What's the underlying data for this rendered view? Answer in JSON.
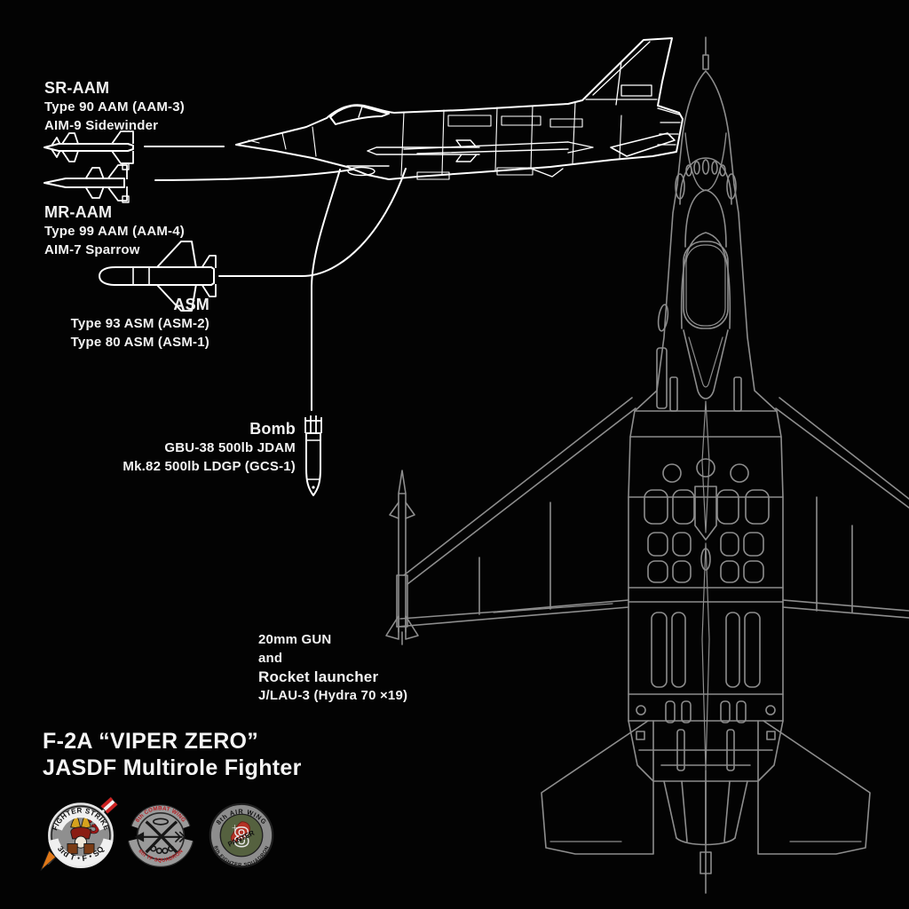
{
  "poster": {
    "title_line1": "F-2A “VIPER ZERO”",
    "title_line2": "JASDF Multirole Fighter"
  },
  "colors": {
    "background": "#030303",
    "side_view_stroke": "#ffffff",
    "top_view_stroke": "#8d8d8d",
    "text": "#f2f2f2",
    "badge_red": "#b72025",
    "badge_gray": "#9a9a9a",
    "badge_olive": "#55613f",
    "badge_orange": "#e07818"
  },
  "labels": {
    "sr_aam": {
      "title": "SR-AAM",
      "line1": "Type 90 AAM (AAM-3)",
      "line2": "AIM-9 Sidewinder"
    },
    "mr_aam": {
      "title": "MR-AAM",
      "line1": "Type 99 AAM (AAM-4)",
      "line2": "AIM-7 Sparrow"
    },
    "asm": {
      "title": "ASM",
      "line1": "Type 93 ASM (ASM-2)",
      "line2": "Type 80 ASM (ASM-1)"
    },
    "bomb": {
      "title": "Bomb",
      "line1": "GBU-38 500lb JDAM",
      "line2": "Mk.82 500lb LDGP (GCS-1)"
    },
    "gun": {
      "line1": "20mm GUN",
      "line2": "and",
      "line3": "Rocket launcher",
      "line4": "J/LAU-3 (Hydra 70 ×19)"
    }
  },
  "badges": [
    {
      "top_text": "FIGHTER STRIKE",
      "bottom_text": "3rd T・F・SQ",
      "center_number": "3"
    },
    {
      "top_text": "8th COMBAT WING",
      "bottom_text": "6th TF SQUADRON"
    },
    {
      "top_text": "8th AIR WING",
      "bottom_text": "8th FIGHTER SQUADRON",
      "center_text": "PANTER",
      "center_number": "8"
    }
  ]
}
